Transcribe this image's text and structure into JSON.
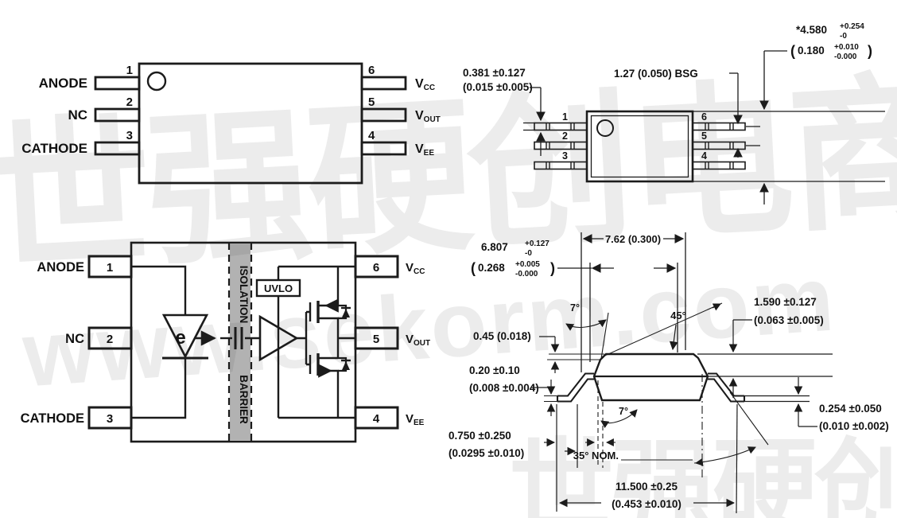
{
  "watermark": {
    "cn1": "世强硬创电商",
    "url": "www.sekorm.com",
    "cn2": "世强硬创电商"
  },
  "pinout": {
    "left": [
      {
        "n": "1",
        "label": "ANODE"
      },
      {
        "n": "2",
        "label": "NC"
      },
      {
        "n": "3",
        "label": "CATHODE"
      }
    ],
    "right": [
      {
        "n": "6",
        "v": "V",
        "sub": "CC"
      },
      {
        "n": "5",
        "v": "V",
        "sub": "OUT"
      },
      {
        "n": "4",
        "v": "V",
        "sub": "EE"
      }
    ]
  },
  "functional": {
    "left": [
      {
        "n": "1",
        "label": "ANODE"
      },
      {
        "n": "2",
        "label": "NC"
      },
      {
        "n": "3",
        "label": "CATHODE"
      }
    ],
    "right": [
      {
        "n": "6",
        "v": "V",
        "sub": "CC"
      },
      {
        "n": "5",
        "v": "V",
        "sub": "OUT"
      },
      {
        "n": "4",
        "v": "V",
        "sub": "EE"
      }
    ],
    "uvlo": "UVLO",
    "isolation": "ISOLATION",
    "barrier": "BARRIER",
    "led": "e"
  },
  "package_top": {
    "pins_left": [
      "1",
      "2",
      "3"
    ],
    "pins_right": [
      "6",
      "5",
      "4"
    ],
    "lead_mm": "0.381 ±0.127",
    "lead_in": "(0.015 ±0.005)",
    "pitch": "1.27 (0.050) BSG",
    "width_mm": "*4.580",
    "width_mm_tp": "+0.254",
    "width_mm_tm": "-0",
    "width_in_open": "(",
    "width_in": "0.180",
    "width_in_tp": "+0.010",
    "width_in_tm": "-0.000",
    "width_in_close": ")"
  },
  "package_side": {
    "span": "7.62 (0.300)",
    "body_mm": "6.807",
    "body_mm_tp": "+0.127",
    "body_mm_tm": "-0",
    "body_in_open": "(",
    "body_in": "0.268",
    "body_in_tp": "+0.005",
    "body_in_tm": "-0.000",
    "body_in_close": ")",
    "standoff_mm": "1.590 ±0.127",
    "standoff_in": "(0.063 ±0.005)",
    "chamfer": "0.45 (0.018)",
    "lead_thick_mm": "0.20 ±0.10",
    "lead_thick_in": "(0.008 ±0.004)",
    "foot_mm": "0.750 ±0.250",
    "foot_in": "(0.0295 ±0.010)",
    "foot_thick_mm": "0.254 ±0.050",
    "foot_thick_in": "(0.010 ±0.002)",
    "total_mm": "11.500 ±0.25",
    "total_in": "(0.453 ±0.010)",
    "angle_7_top": "7°",
    "angle_7_bottom": "7°",
    "angle_45": "45°",
    "angle_35": "35° NOM."
  }
}
